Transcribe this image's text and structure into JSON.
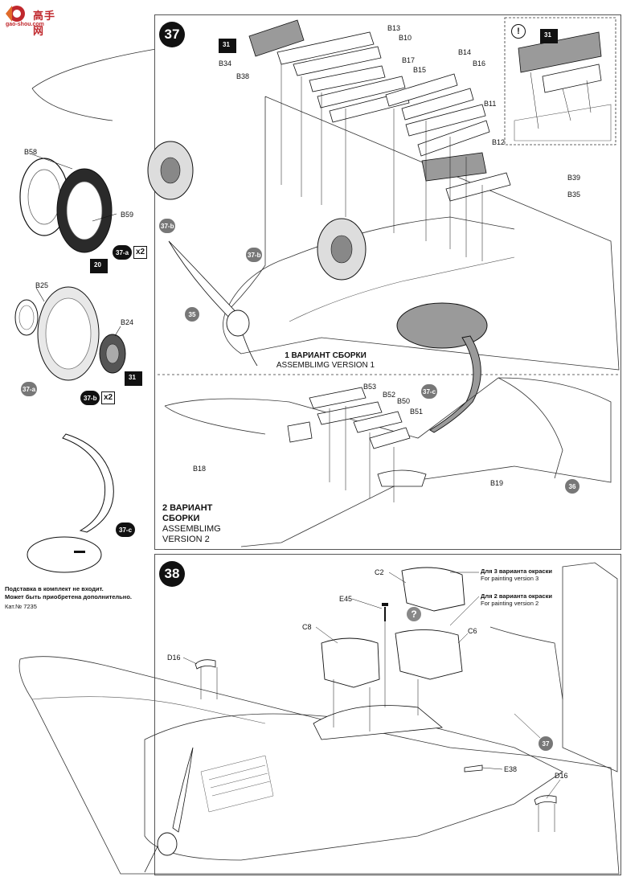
{
  "watermark": {
    "logo_text": "高手网",
    "url": "gao-shou.com"
  },
  "step37": {
    "number": "37",
    "version1": {
      "ru": "1 ВАРИАНТ СБОРКИ",
      "en": "ASSEMBLIMG VERSION 1"
    },
    "version2": {
      "ru_line1": "2 ВАРИАНТ",
      "ru_line2": "СБОРКИ",
      "en_line1": "ASSEMBLIMG",
      "en_line2": "VERSION 2"
    },
    "parts_v1": [
      "B13",
      "B10",
      "B17",
      "B15",
      "B14",
      "B16",
      "B11",
      "B12",
      "B39",
      "B35",
      "B34",
      "B38"
    ],
    "parts_v2": [
      "B53",
      "B52",
      "B50",
      "B51",
      "B19",
      "B18"
    ],
    "callouts": {
      "c37b_a": "37-b",
      "c37b_b": "37-b",
      "c37c": "37-c",
      "c35": "35",
      "c36": "36"
    },
    "star_ref": "31",
    "detail_star": "31",
    "detail_mark": "!"
  },
  "subassembly": {
    "parts": [
      "B58",
      "B59",
      "B25",
      "B24"
    ],
    "stars": [
      "20",
      "31"
    ],
    "tags": [
      {
        "label": "37-a",
        "mult": "x2"
      },
      {
        "label": "37-b",
        "mult": "x2"
      }
    ],
    "tag_37a_small": "37-a",
    "tag_37c": "37-c",
    "note_line1": "Подставка в комплект не входит.",
    "note_line2": "Может быть приобретена дополнительно.",
    "catalog": "Кат.№ 7235"
  },
  "step38": {
    "number": "38",
    "parts": [
      "C2",
      "E45",
      "C8",
      "C6",
      "D16",
      "D16",
      "E38"
    ],
    "callout_37": "37",
    "paint3": {
      "ru": "Для 3 варианта окраски",
      "en": "For painting version 3"
    },
    "paint2": {
      "ru": "Для 2 варианта окраски",
      "en": "For painting version 2"
    },
    "question": "?"
  },
  "colors": {
    "ink": "#111111",
    "callout_grey": "#777777",
    "logo_red": "#c0282d",
    "part_grey": "#9a9a9a"
  }
}
